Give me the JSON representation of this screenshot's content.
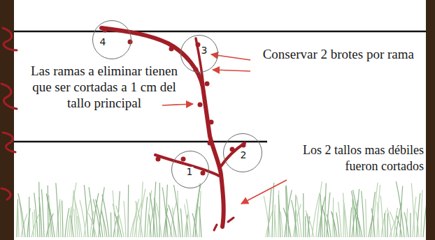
{
  "diagram": {
    "nodes": [
      {
        "text": [
          "4"
        ]
      },
      {
        "text": [
          "3"
        ]
      },
      {
        "text": [
          "2"
        ]
      },
      {
        "text": [
          "1"
        ]
      }
    ],
    "labels": [
      "Conservar 2 brotes por rama",
      "Las ramas a eliminar tienen que ser cortadas a 1 cm del tallo principal",
      "Los 2 tallos mas débiles fueron cortados"
    ]
  }
}
